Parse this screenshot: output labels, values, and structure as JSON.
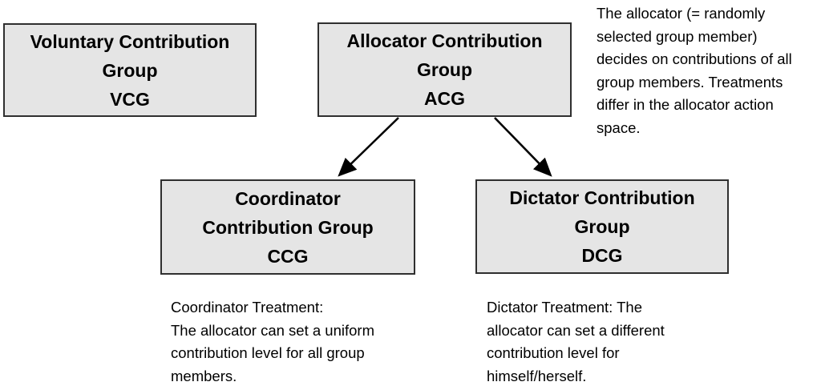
{
  "colors": {
    "background": "#ffffff",
    "box_fill": "#e5e5e5",
    "box_border": "#2f2f2f",
    "arrow": "#000000",
    "text": "#000000"
  },
  "diagram": {
    "boxes": {
      "vcg": {
        "lines": [
          "Voluntary Contribution",
          "Group",
          "VCG"
        ]
      },
      "acg": {
        "lines": [
          "Allocator Contribution",
          "Group",
          "ACG"
        ]
      },
      "ccg": {
        "lines": [
          "Coordinator",
          "Contribution Group",
          "CCG"
        ]
      },
      "dcg": {
        "lines": [
          "Dictator Contribution",
          "Group",
          "DCG"
        ]
      }
    },
    "annotations": {
      "acg_note": {
        "lines": [
          "The allocator (= randomly",
          "selected group member)",
          "decides on contributions of all",
          "group members. Treatments",
          "differ in the allocator action",
          "space."
        ]
      },
      "ccg_note": {
        "lines": [
          "Coordinator Treatment:",
          "The allocator can set a uniform",
          "contribution level for all group",
          "members."
        ]
      },
      "dcg_note": {
        "lines": [
          "Dictator Treatment: The",
          "allocator can set a different",
          "contribution level for",
          "himself/herself."
        ]
      }
    }
  }
}
